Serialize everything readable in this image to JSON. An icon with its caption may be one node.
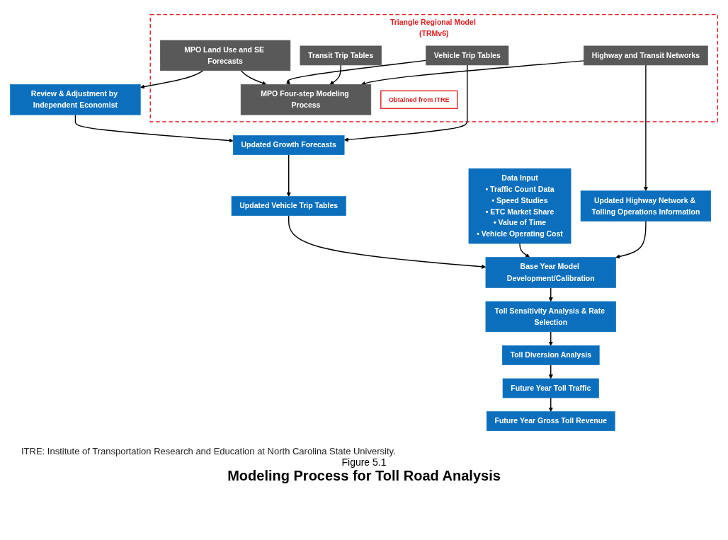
{
  "diagram": {
    "title": "Modeling Process for Toll Road Analysis",
    "nodes": [
      {
        "text": [
          "Triangle Regional Model (TRMv6)"
        ]
      },
      {
        "text": [
          "Highway and Transit Networks"
        ],
        "in": 0
      },
      {
        "text": [
          "MPO Land Use and SE Forecasts"
        ],
        "in": 0
      },
      {
        "text": [
          "MPO Four-step Modeling Process"
        ],
        "in": 0
      },
      {
        "text": [
          "Transit Trip Tables"
        ],
        "in": 0
      },
      {
        "text": [
          "Vehicle Trip Tables"
        ],
        "in": 0
      },
      {
        "text": [
          "Obtained from ITRE"
        ],
        "in": 0
      },
      {
        "text": [
          "Updated Highway Network & Tolling Operations Information"
        ]
      },
      {
        "text": [
          "Data Input",
          "• Traffic Count Data",
          "• Speed Studies",
          "• ETC Market Share",
          "• Value of Time",
          "• Vehicle Operating Cost"
        ]
      },
      {
        "text": [
          "Review & Adjustment by Independent Economist"
        ]
      },
      {
        "text": [
          "Updated Growth Forecasts"
        ]
      },
      {
        "text": [
          "Updated Vehicle Trip Tables"
        ]
      },
      {
        "text": [
          "Base Year Model Development/Calibration"
        ]
      },
      {
        "text": [
          "Toll Sensitivity Analysis & Rate Selection"
        ]
      },
      {
        "text": [
          "Toll Diversion Analysis"
        ]
      },
      {
        "text": [
          "Future Year Toll Traffic"
        ]
      },
      {
        "text": [
          "Future Year Gross Toll Revenue"
        ]
      }
    ],
    "edges": [
      {
        "from": 1,
        "to": 3,
        "arrow": "to"
      },
      {
        "from": 4,
        "to": 3,
        "arrow": "to"
      },
      {
        "from": 5,
        "to": 3,
        "arrow": "to"
      },
      {
        "from": 2,
        "to": 3,
        "arrow": "to"
      },
      {
        "from": 1,
        "to": 7,
        "arrow": "to"
      },
      {
        "from": 2,
        "to": 9,
        "arrow": "to"
      },
      {
        "from": 5,
        "to": 10,
        "arrow": "to"
      },
      {
        "from": 9,
        "to": 10,
        "arrow": "to"
      },
      {
        "from": 10,
        "to": 11,
        "arrow": "to"
      },
      {
        "from": 7,
        "to": 12,
        "arrow": "to"
      },
      {
        "from": 8,
        "to": 12,
        "arrow": "to"
      },
      {
        "from": 11,
        "to": 12,
        "arrow": "to"
      },
      {
        "from": 12,
        "to": 13,
        "arrow": "to"
      },
      {
        "from": 13,
        "to": 14,
        "arrow": "to"
      },
      {
        "from": 14,
        "to": 15,
        "arrow": "to"
      },
      {
        "from": 15,
        "to": 16,
        "arrow": "to"
      }
    ],
    "labels": [
      "ITRE: Institute of Transportation Research and Education at North Carolina State University.",
      "Figure 5.1"
    ]
  }
}
